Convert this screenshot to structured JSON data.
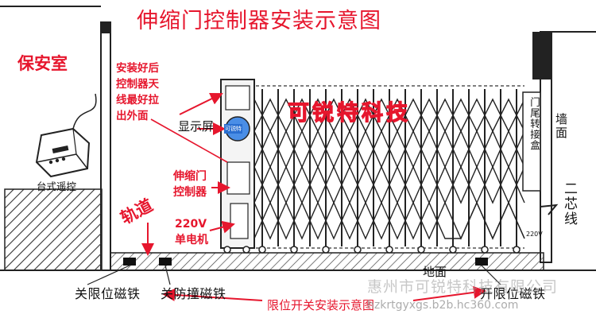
{
  "title": "伸缩门控制器安装示意图",
  "labels": {
    "guard_room": "保安室",
    "antenna_note": "安装好后\n控制器天\n线最好拉\n出外面",
    "display": "显示屏",
    "display_screen_text": "可锐特",
    "controller": "伸缩门\n控制器",
    "motor": "220V\n单电机",
    "track": "轨道",
    "brand": "可锐特科技",
    "desk_remote": "台式遥控",
    "wall": "墙面",
    "two_core_wire": "二芯线",
    "door_head_junction": "门尾转接盒",
    "ground": "地面",
    "voltage_tag": "220V",
    "close_limit_magnet": "关限位磁铁",
    "anti_collision_magnet": "关防撞磁铁",
    "open_limit_magnet": "开限位磁铁",
    "limit_switch_note": "限位开关安装示意图"
  },
  "watermark": {
    "company": "惠州市可锐特科技有限公司",
    "url": "hzkrtgyxgs.b2b.hc360.com"
  },
  "colors": {
    "accent_red": "#e6162d",
    "ink": "#111111",
    "hatch": "#333333"
  }
}
